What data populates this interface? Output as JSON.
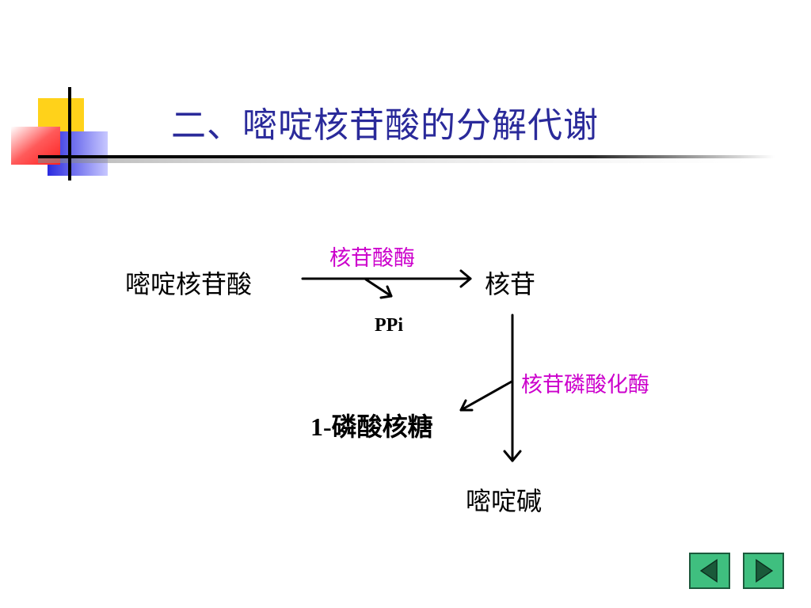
{
  "slide": {
    "title": "二、嘧啶核苷酸的分解代谢"
  },
  "diagram": {
    "nodes": {
      "start": "嘧啶核苷酸",
      "nucleoside": "核苷",
      "ppi": "PPi",
      "ribose_phosphate": "1-磷酸核糖",
      "base": "嘧啶碱"
    },
    "enzymes": {
      "step1": "核苷酸酶",
      "step2": "核苷磷酸化酶"
    },
    "colors": {
      "title": "#2a2a9a",
      "enzyme": "#cc00cc",
      "text": "#000000"
    }
  },
  "navigation": {
    "prev_icon": "triangle-left-icon",
    "next_icon": "triangle-right-icon",
    "button_color": "#3fbf7f"
  }
}
